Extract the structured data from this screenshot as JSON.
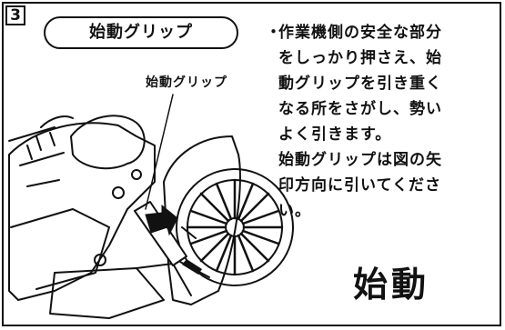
{
  "step_number": "3",
  "section_title": "始動グリップ",
  "callout_label": "始動グリップ",
  "bullet_glyph": "・",
  "instruction_lines": [
    "作業機側の安全な部分",
    "をしっかり押さえ、始",
    "動グリップを引き重く",
    "なる所をさがし、勢い",
    "よく引きます。"
  ],
  "note_lines": [
    "始動グリップは図の矢",
    "印方向に引いてくださ",
    "い。"
  ],
  "big_title": "始動"
}
